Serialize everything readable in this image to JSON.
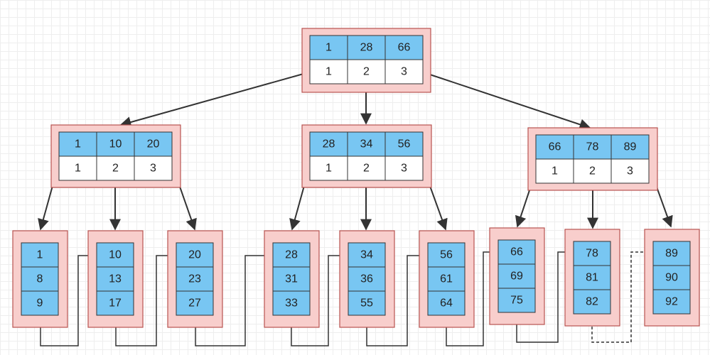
{
  "colors": {
    "key_cell": "#78c6f2",
    "pointer_cell": "#ffffff",
    "node_fill": "#f8cecc",
    "node_border": "#b85450",
    "edge": "#333333"
  },
  "root": {
    "keys": [
      "1",
      "28",
      "66"
    ],
    "pointers": [
      "1",
      "2",
      "3"
    ]
  },
  "internal": [
    {
      "keys": [
        "1",
        "10",
        "20"
      ],
      "pointers": [
        "1",
        "2",
        "3"
      ]
    },
    {
      "keys": [
        "28",
        "34",
        "56"
      ],
      "pointers": [
        "1",
        "2",
        "3"
      ]
    },
    {
      "keys": [
        "66",
        "78",
        "89"
      ],
      "pointers": [
        "1",
        "2",
        "3"
      ]
    }
  ],
  "leaves": [
    {
      "values": [
        "1",
        "8",
        "9"
      ]
    },
    {
      "values": [
        "10",
        "13",
        "17"
      ]
    },
    {
      "values": [
        "20",
        "23",
        "27"
      ]
    },
    {
      "values": [
        "28",
        "31",
        "33"
      ]
    },
    {
      "values": [
        "34",
        "36",
        "55"
      ]
    },
    {
      "values": [
        "56",
        "61",
        "64"
      ]
    },
    {
      "values": [
        "66",
        "69",
        "75"
      ]
    },
    {
      "values": [
        "78",
        "81",
        "82"
      ]
    },
    {
      "values": [
        "89",
        "90",
        "92"
      ]
    }
  ]
}
